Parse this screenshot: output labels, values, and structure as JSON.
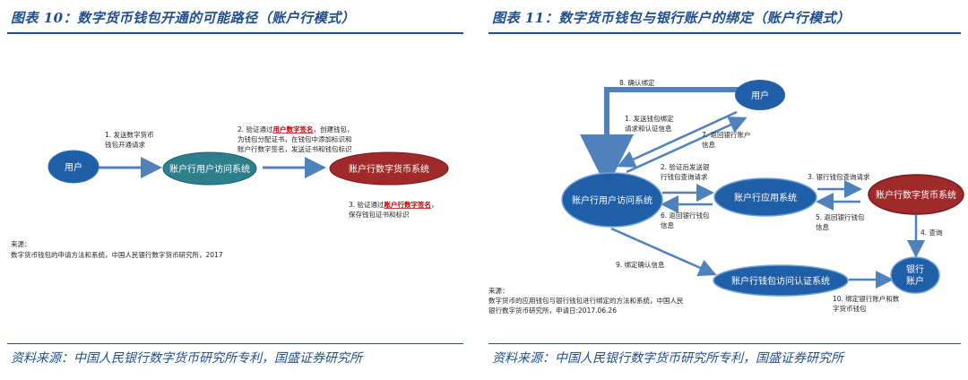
{
  "figure10": {
    "title": "图表 10：数字货币钱包开通的可能路径（账户行模式）",
    "footer": "资料来源：中国人民银行数字货币研究所专利，国盛证券研究所",
    "nodes": {
      "user": "用户",
      "access": "账户行用户访问系统",
      "digital": "账户行数字货币系统"
    },
    "step1": [
      "1. 发送数字货币",
      "钱包开通请求"
    ],
    "step2": {
      "prefix": "2. 验证通过",
      "highlight": "用户数字签名",
      "suffix": "，创建钱包，",
      "lines": [
        "为钱包分配证书，在钱包中添加标识和",
        "账户行数字签名，发送证书和钱包标识"
      ]
    },
    "step3": {
      "prefix": "3. 验证通过",
      "highlight": "账户行数字签名",
      "suffix": "，",
      "line2": "保存钱包证书和标识"
    },
    "source": {
      "head": "来源：",
      "text": "数字货币钱包的申请方法和系统，中国人民银行数字货币研究所，2017"
    }
  },
  "figure11": {
    "title": "图表 11：数字货币钱包与银行账户的绑定（账户行模式）",
    "footer": "资料来源：中国人民银行数字货币研究所专利，国盛证券研究所",
    "nodes": {
      "user": "用户",
      "access": "账户行用户访问系统",
      "app": "账户行应用系统",
      "digital": "账户行数字货币系统",
      "auth": "账户行钱包访问认证系统",
      "bank": [
        "银行",
        "账户"
      ]
    },
    "labels": {
      "l8": "8. 确认绑定",
      "l1": [
        "1. 发送钱包绑定",
        "请求和认证信息"
      ],
      "l7": [
        "7. 返回银行账户",
        "信息"
      ],
      "l2": [
        "2. 验证后发送银",
        "行钱包查询请求"
      ],
      "l3": "3. 银行钱包查询请求",
      "l6": [
        "6. 返回银行钱包",
        "信息"
      ],
      "l5": [
        "5. 返回银行钱包",
        "信息"
      ],
      "l4": "4. 查询",
      "l9": "9. 绑定确认信息",
      "l10": [
        "10. 绑定银行账户和数",
        "字货币钱包"
      ]
    },
    "source": {
      "head": "来源：",
      "lines": [
        "数字货币的应用钱包与银行钱包进行绑定的方法和系统，中国人民",
        "银行数字货币研究所，申请日:2017.06.26"
      ]
    }
  },
  "colors": {
    "accent": "#1f4e8c",
    "node_blue": "#1f5fa8",
    "node_teal": "#2e7f8c",
    "node_red": "#a02a2a",
    "arrow": "#4f81bd"
  }
}
